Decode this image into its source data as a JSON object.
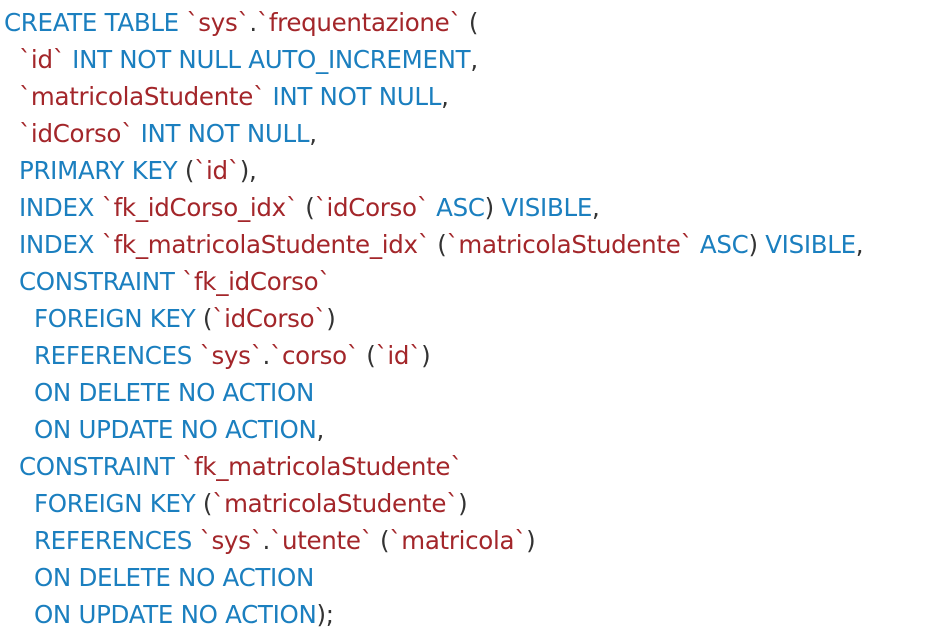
{
  "colors": {
    "keyword": "#1b7fbf",
    "identifier": "#a3262a",
    "punctuation": "#333333",
    "background": "#ffffff"
  },
  "code": {
    "lines": [
      [
        {
          "t": "kw",
          "v": "CREATE TABLE "
        },
        {
          "t": "ident",
          "v": "`sys`"
        },
        {
          "t": "punct",
          "v": "."
        },
        {
          "t": "ident",
          "v": "`frequentazione`"
        },
        {
          "t": "punct",
          "v": " ("
        }
      ],
      [
        {
          "t": "punct",
          "v": "  "
        },
        {
          "t": "ident",
          "v": "`id`"
        },
        {
          "t": "kw",
          "v": " INT NOT NULL AUTO_INCREMENT"
        },
        {
          "t": "punct",
          "v": ","
        }
      ],
      [
        {
          "t": "punct",
          "v": "  "
        },
        {
          "t": "ident",
          "v": "`matricolaStudente`"
        },
        {
          "t": "kw",
          "v": " INT NOT NULL"
        },
        {
          "t": "punct",
          "v": ","
        }
      ],
      [
        {
          "t": "punct",
          "v": "  "
        },
        {
          "t": "ident",
          "v": "`idCorso`"
        },
        {
          "t": "kw",
          "v": " INT NOT NULL"
        },
        {
          "t": "punct",
          "v": ","
        }
      ],
      [
        {
          "t": "punct",
          "v": "  "
        },
        {
          "t": "kw",
          "v": "PRIMARY KEY "
        },
        {
          "t": "punct",
          "v": "("
        },
        {
          "t": "ident",
          "v": "`id`"
        },
        {
          "t": "punct",
          "v": "),"
        }
      ],
      [
        {
          "t": "punct",
          "v": "  "
        },
        {
          "t": "kw",
          "v": "INDEX "
        },
        {
          "t": "ident",
          "v": "`fk_idCorso_idx`"
        },
        {
          "t": "punct",
          "v": " ("
        },
        {
          "t": "ident",
          "v": "`idCorso`"
        },
        {
          "t": "kw",
          "v": " ASC"
        },
        {
          "t": "punct",
          "v": ") "
        },
        {
          "t": "kw",
          "v": "VISIBLE"
        },
        {
          "t": "punct",
          "v": ","
        }
      ],
      [
        {
          "t": "punct",
          "v": "  "
        },
        {
          "t": "kw",
          "v": "INDEX "
        },
        {
          "t": "ident",
          "v": "`fk_matricolaStudente_idx`"
        },
        {
          "t": "punct",
          "v": " ("
        },
        {
          "t": "ident",
          "v": "`matricolaStudente`"
        },
        {
          "t": "kw",
          "v": " ASC"
        },
        {
          "t": "punct",
          "v": ") "
        },
        {
          "t": "kw",
          "v": "VISIBLE"
        },
        {
          "t": "punct",
          "v": ","
        }
      ],
      [
        {
          "t": "punct",
          "v": "  "
        },
        {
          "t": "kw",
          "v": "CONSTRAINT "
        },
        {
          "t": "ident",
          "v": "`fk_idCorso`"
        }
      ],
      [
        {
          "t": "punct",
          "v": "    "
        },
        {
          "t": "kw",
          "v": "FOREIGN KEY "
        },
        {
          "t": "punct",
          "v": "("
        },
        {
          "t": "ident",
          "v": "`idCorso`"
        },
        {
          "t": "punct",
          "v": ")"
        }
      ],
      [
        {
          "t": "punct",
          "v": "    "
        },
        {
          "t": "kw",
          "v": "REFERENCES "
        },
        {
          "t": "ident",
          "v": "`sys`"
        },
        {
          "t": "punct",
          "v": "."
        },
        {
          "t": "ident",
          "v": "`corso`"
        },
        {
          "t": "punct",
          "v": " ("
        },
        {
          "t": "ident",
          "v": "`id`"
        },
        {
          "t": "punct",
          "v": ")"
        }
      ],
      [
        {
          "t": "punct",
          "v": "    "
        },
        {
          "t": "kw",
          "v": "ON DELETE NO ACTION"
        }
      ],
      [
        {
          "t": "punct",
          "v": "    "
        },
        {
          "t": "kw",
          "v": "ON UPDATE NO ACTION"
        },
        {
          "t": "punct",
          "v": ","
        }
      ],
      [
        {
          "t": "punct",
          "v": "  "
        },
        {
          "t": "kw",
          "v": "CONSTRAINT "
        },
        {
          "t": "ident",
          "v": "`fk_matricolaStudente`"
        }
      ],
      [
        {
          "t": "punct",
          "v": "    "
        },
        {
          "t": "kw",
          "v": "FOREIGN KEY "
        },
        {
          "t": "punct",
          "v": "("
        },
        {
          "t": "ident",
          "v": "`matricolaStudente`"
        },
        {
          "t": "punct",
          "v": ")"
        }
      ],
      [
        {
          "t": "punct",
          "v": "    "
        },
        {
          "t": "kw",
          "v": "REFERENCES "
        },
        {
          "t": "ident",
          "v": "`sys`"
        },
        {
          "t": "punct",
          "v": "."
        },
        {
          "t": "ident",
          "v": "`utente`"
        },
        {
          "t": "punct",
          "v": " ("
        },
        {
          "t": "ident",
          "v": "`matricola`"
        },
        {
          "t": "punct",
          "v": ")"
        }
      ],
      [
        {
          "t": "punct",
          "v": "    "
        },
        {
          "t": "kw",
          "v": "ON DELETE NO ACTION"
        }
      ],
      [
        {
          "t": "punct",
          "v": "    "
        },
        {
          "t": "kw",
          "v": "ON UPDATE NO ACTION"
        },
        {
          "t": "punct",
          "v": ");"
        }
      ]
    ]
  }
}
